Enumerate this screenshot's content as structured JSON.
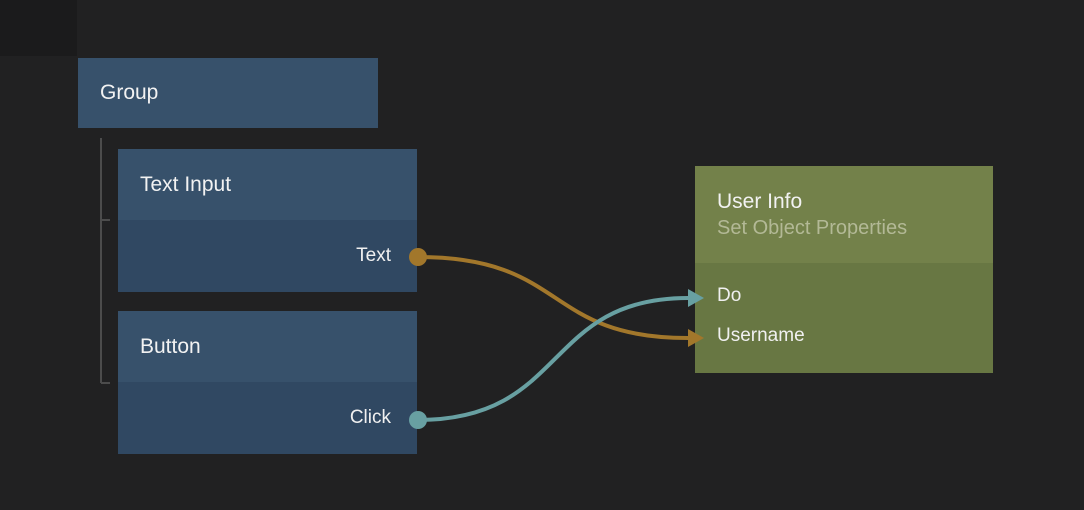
{
  "graph": {
    "nodes": {
      "group": {
        "title": "Group",
        "children": [
          "Text Input",
          "Button"
        ]
      },
      "text_input": {
        "title": "Text Input",
        "outputs": [
          {
            "label": "Text"
          }
        ]
      },
      "button": {
        "title": "Button",
        "outputs": [
          {
            "label": "Click"
          }
        ]
      },
      "user_info": {
        "title": "User Info",
        "subtitle": "Set Object Properties",
        "inputs": [
          {
            "label": "Do"
          },
          {
            "label": "Username"
          }
        ]
      }
    },
    "connections": [
      {
        "from_node": "Text Input",
        "from_port": "Text",
        "to_node": "User Info",
        "to_port": "Username",
        "color": "#a2772b"
      },
      {
        "from_node": "Button",
        "from_port": "Click",
        "to_node": "User Info",
        "to_port": "Do",
        "color": "#68a0a2"
      }
    ]
  },
  "colors": {
    "background": "#212122",
    "corner_shade": "#1b1b1c",
    "blue_node_header": "#37516b",
    "blue_node_body": "#304862",
    "olive_node_header": "#73814a",
    "olive_node_body": "#687743",
    "wire_orange": "#a2772b",
    "wire_teal": "#68a0a2",
    "tree_line": "#4c4c4c",
    "title_text": "#f2f2f2",
    "subtitle_text": "#b3b996"
  }
}
